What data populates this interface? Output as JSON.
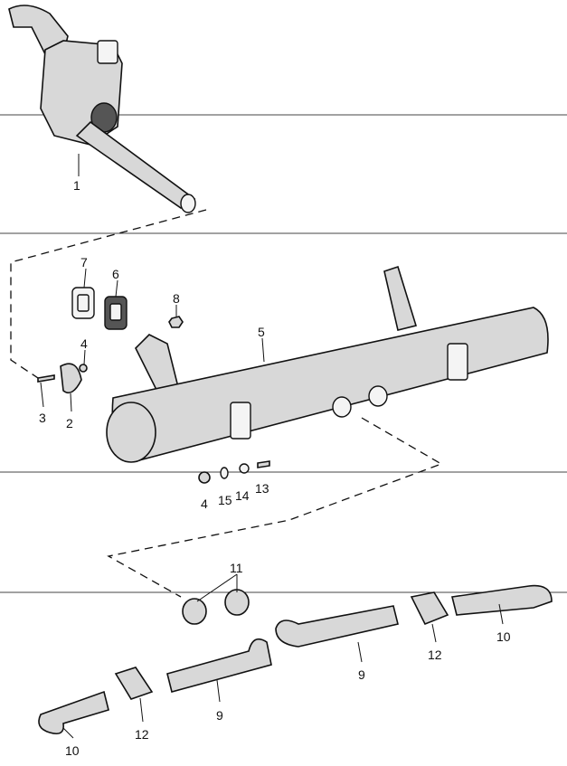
{
  "labels": {
    "p1": "1",
    "p7": "7",
    "p6": "6",
    "p8": "8",
    "p4a": "4",
    "p5": "5",
    "p3": "3",
    "p2": "2",
    "p4b": "4",
    "p15": "15",
    "p14": "14",
    "p13": "13",
    "p11": "11",
    "p10a": "10",
    "p12a": "12",
    "p9a": "9",
    "p9b": "9",
    "p12b": "12",
    "p10b": "10"
  }
}
